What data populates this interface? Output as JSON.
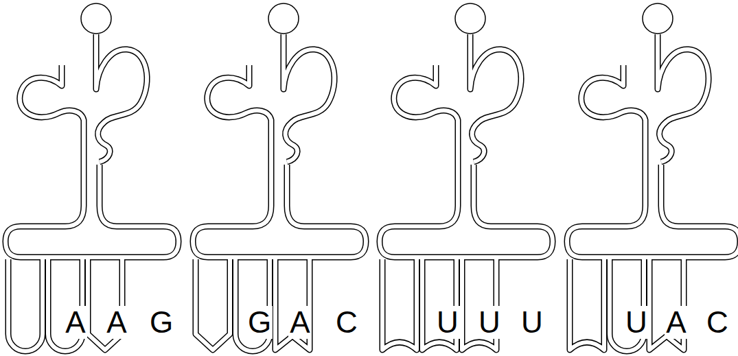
{
  "diagram": {
    "labels": [
      "A",
      "A",
      "G",
      "G",
      "A",
      "C",
      "U",
      "U",
      "U",
      "U",
      "A",
      "C"
    ]
  }
}
